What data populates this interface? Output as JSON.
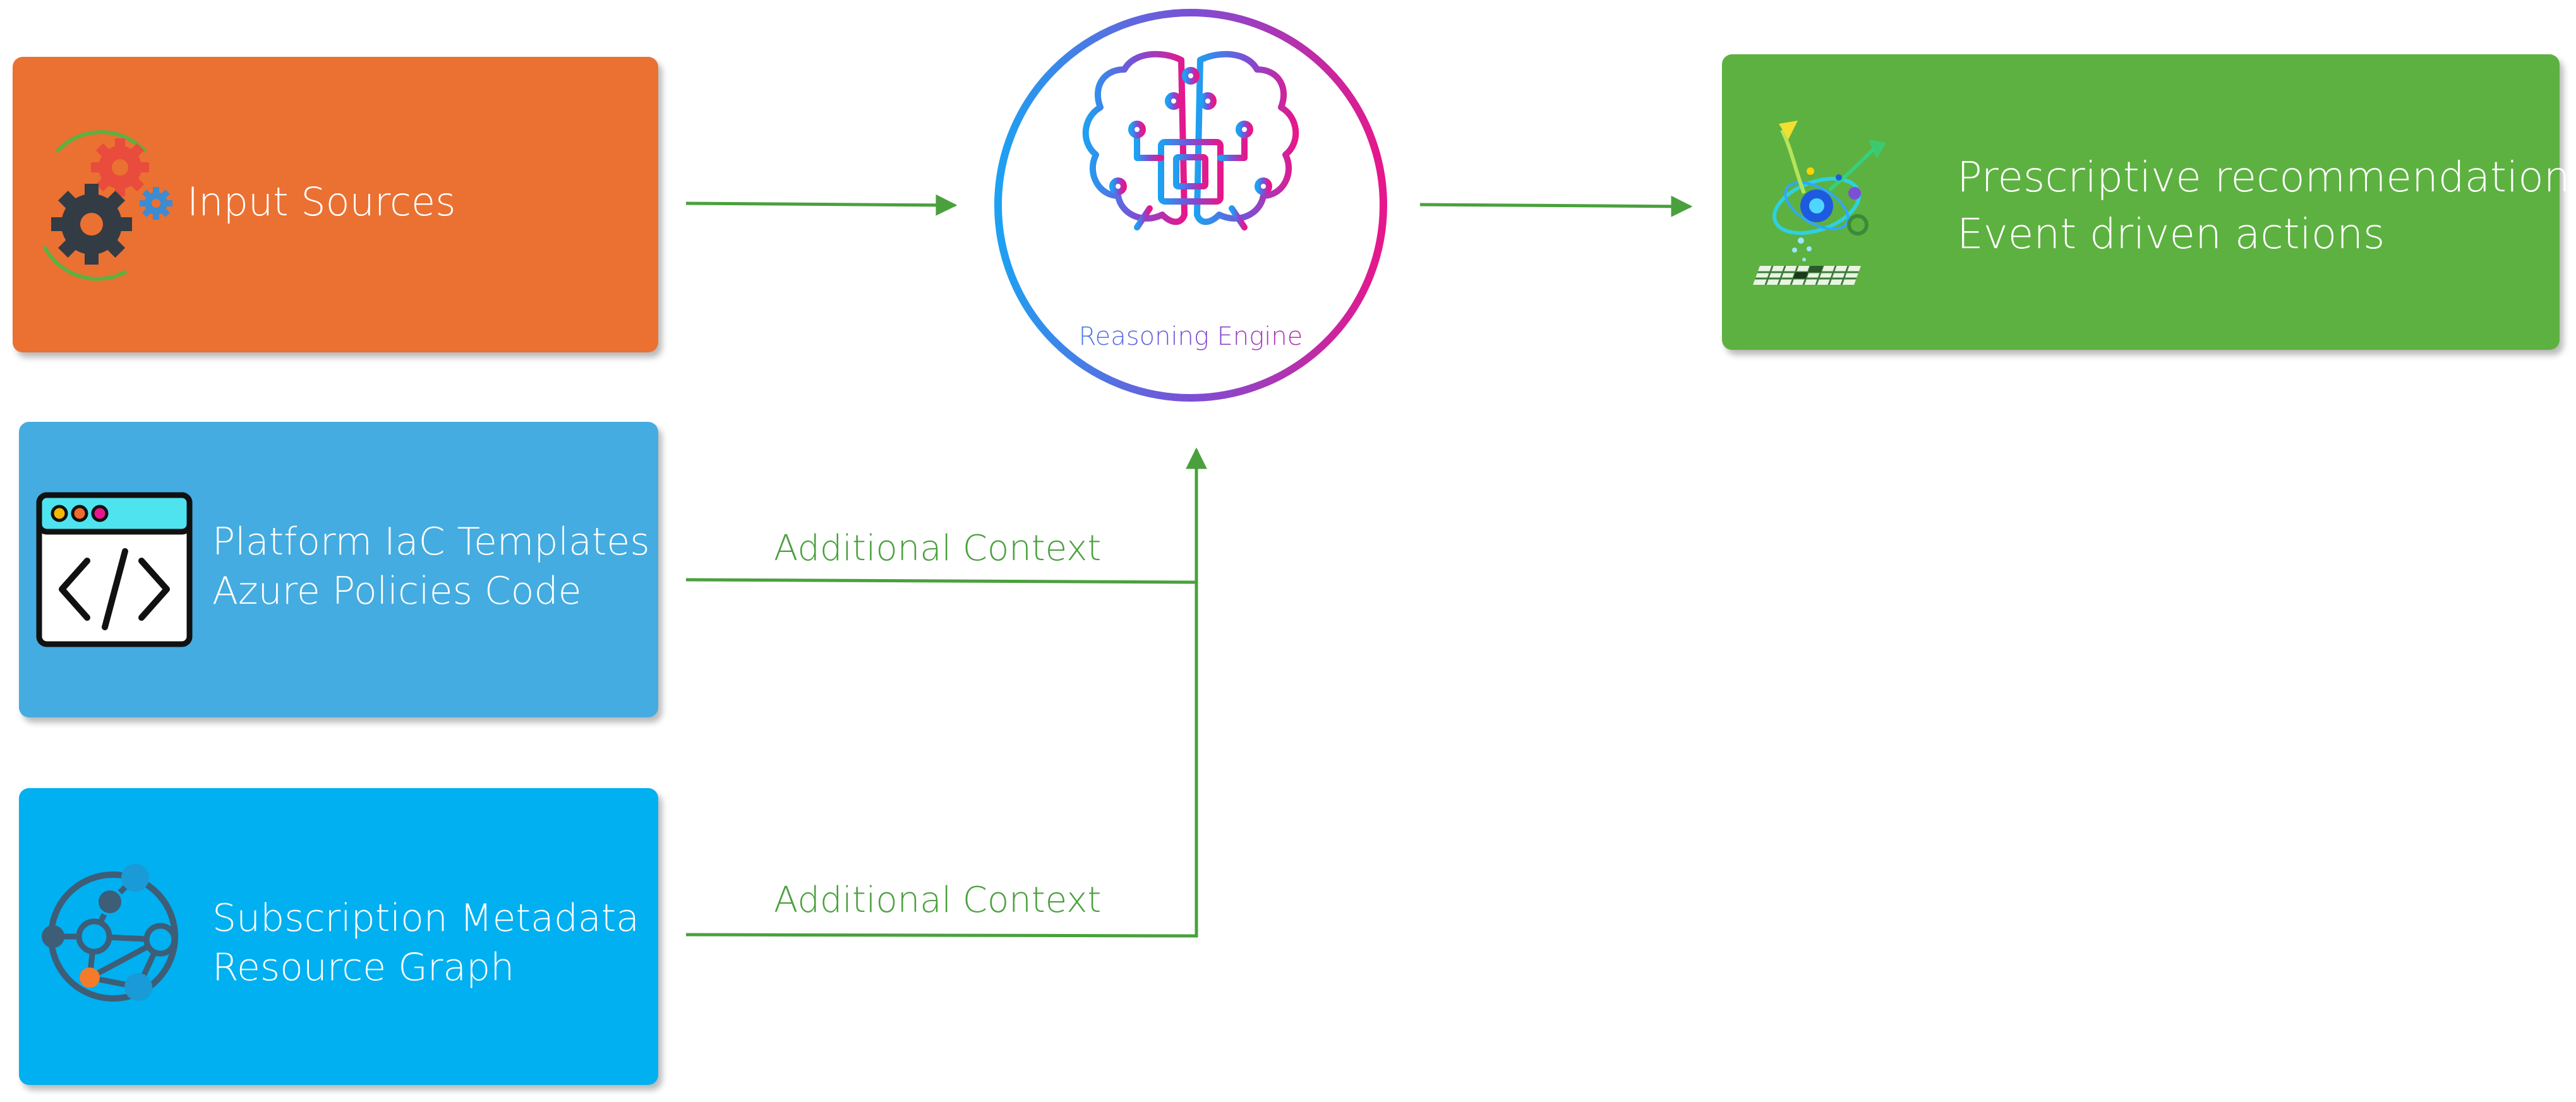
{
  "colors": {
    "orange": "#ea7132",
    "light_blue": "#44ace0",
    "bright_blue": "#00b0f0",
    "green": "#5db140",
    "arrow": "#4aa03d",
    "engine_gradient_start": "#1da1f2",
    "engine_gradient_mid": "#7b4fd6",
    "engine_gradient_end": "#e6178b"
  },
  "nodes": {
    "input_sources": {
      "label": "Input Sources",
      "icon": "gears-icon"
    },
    "platform": {
      "lines": [
        "Platform IaC Templates",
        "Azure Policies Code"
      ],
      "icon": "code-window-icon"
    },
    "subscription": {
      "lines": [
        "Subscription Metadata",
        "Resource Graph"
      ],
      "icon": "resource-graph-icon"
    },
    "engine": {
      "label": "Reasoning Engine",
      "icon": "brain-chip-icon"
    },
    "output": {
      "lines": [
        "Prescriptive recommendations",
        "Event driven actions"
      ],
      "icon": "ai-burst-icon"
    }
  },
  "edges": {
    "platform_context": "Additional Context",
    "subscription_context": "Additional Context"
  }
}
